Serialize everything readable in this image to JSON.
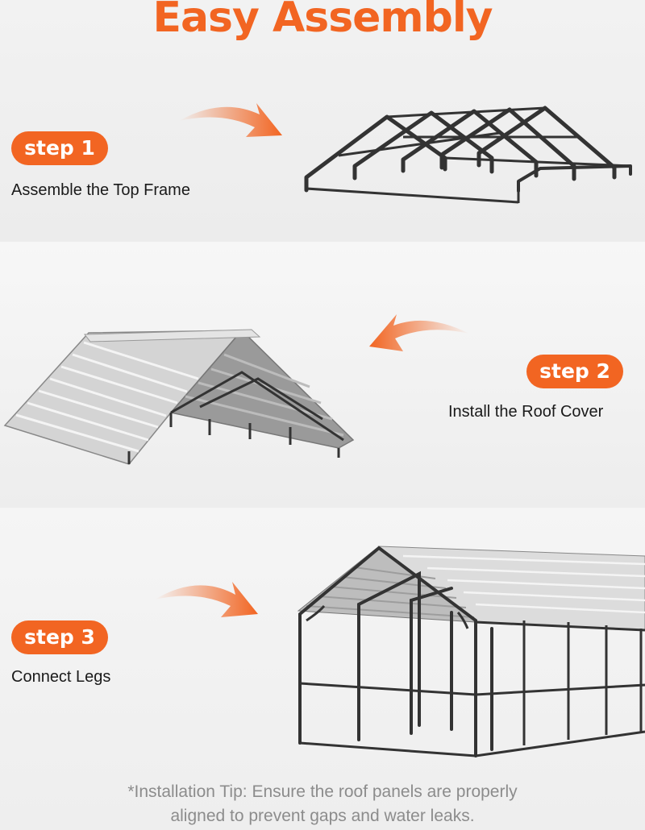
{
  "title": "Easy Assembly",
  "steps": [
    {
      "label": "step 1",
      "caption": "Assemble the Top Frame"
    },
    {
      "label": "step 2",
      "caption": "Install the  Roof Cover"
    },
    {
      "label": "step 3",
      "caption": "Connect Legs"
    }
  ],
  "tip": "*Installation Tip: Ensure the roof panels are properly aligned to prevent gaps and water leaks.",
  "colors": {
    "accent": "#f26522",
    "frame": "#333333",
    "panel": "#c9c9c9"
  }
}
